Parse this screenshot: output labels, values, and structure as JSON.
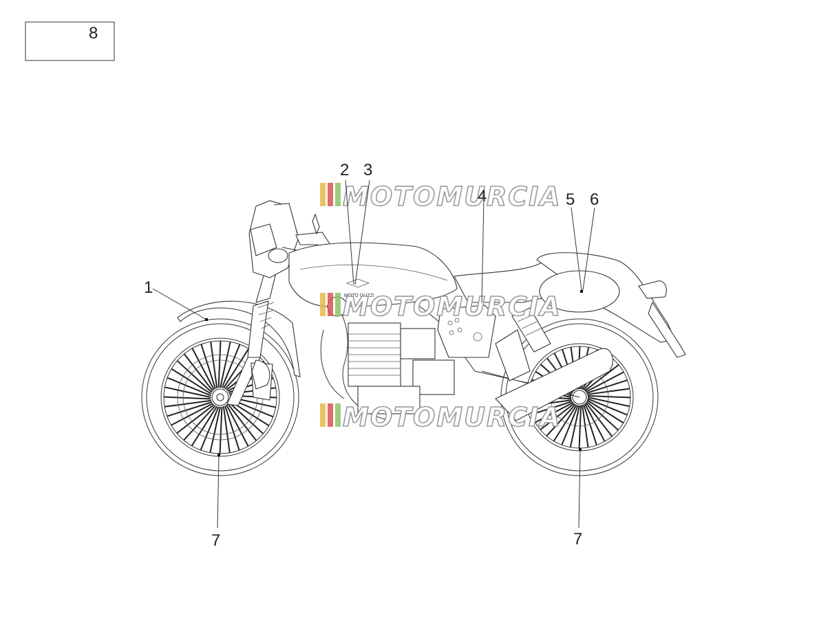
{
  "kit_box": {
    "label": "8"
  },
  "callouts": {
    "c1": "1",
    "c2": "2",
    "c3": "3",
    "c4": "4",
    "c5": "5",
    "c6": "6",
    "c7_front": "7",
    "c7_rear": "7"
  },
  "tank_logo": "MOTO GUZZI",
  "watermark": {
    "text": "MOTOMURCIA",
    "stripe_colors": [
      "#e8b84a",
      "#d9534f",
      "#8cc36a"
    ]
  }
}
